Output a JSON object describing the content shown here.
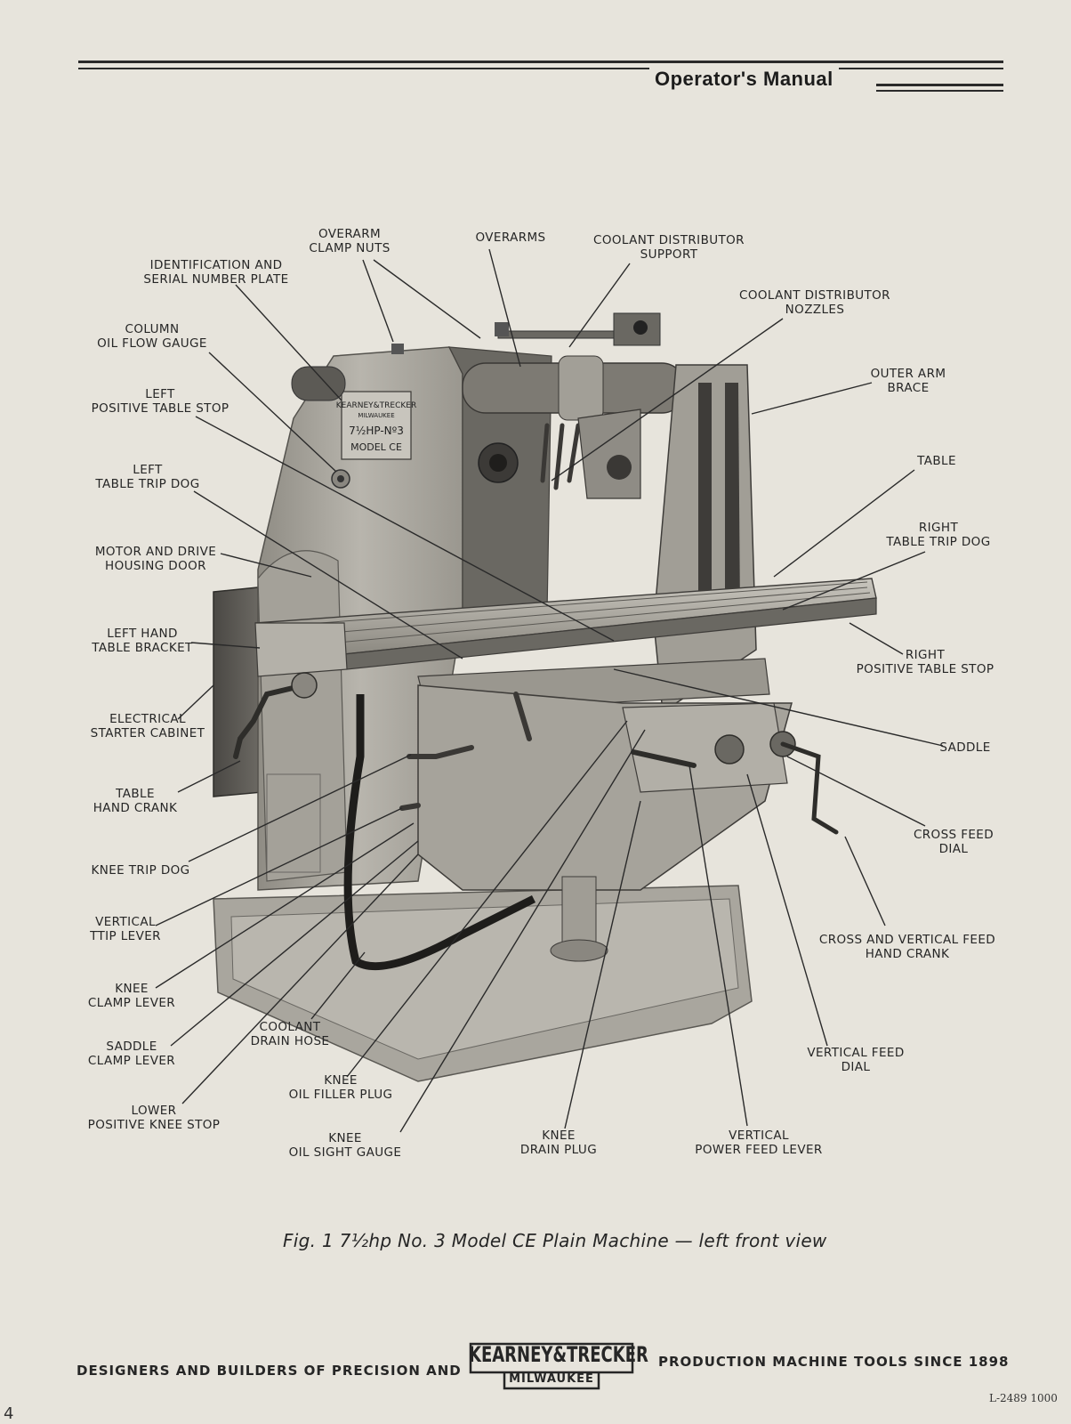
{
  "header": {
    "title": "Operator's Manual"
  },
  "plate": {
    "line1": "KEARNEY&TRECKER",
    "line2": "MILWAUKEE",
    "line3": "7½HP-Nº3",
    "line4": "MODEL CE"
  },
  "callouts": {
    "overarm_clamp_nuts": "OVERARM\nCLAMP NUTS",
    "overarms": "OVERARMS",
    "coolant_distributor_support": "COOLANT DISTRIBUTOR\nSUPPORT",
    "identification_plate": "IDENTIFICATION AND\nSERIAL NUMBER PLATE",
    "coolant_distributor_nozzles": "COOLANT DISTRIBUTOR\nNOZZLES",
    "column_oil_flow_gauge": "COLUMN\nOIL FLOW GAUGE",
    "outer_arm_brace": "OUTER ARM\nBRACE",
    "left_positive_table_stop": "LEFT\nPOSITIVE TABLE STOP",
    "table": "TABLE",
    "left_table_trip_dog": "LEFT\nTABLE TRIP DOG",
    "right_table_trip_dog": "RIGHT\nTABLE TRIP DOG",
    "motor_drive_housing_door": "MOTOR AND DRIVE\nHOUSING DOOR",
    "left_hand_table_bracket": "LEFT HAND\nTABLE BRACKET",
    "right_positive_table_stop": "RIGHT\nPOSITIVE TABLE STOP",
    "electrical_starter_cabinet": "ELECTRICAL\nSTARTER CABINET",
    "saddle": "SADDLE",
    "table_hand_crank": "TABLE\nHAND CRANK",
    "cross_feed_dial": "CROSS FEED\nDIAL",
    "knee_trip_dog": "KNEE TRIP DOG",
    "vertical_trip_lever": "VERTICAL\nTTIP LEVER",
    "cross_vertical_feed_hand_crank": "CROSS AND VERTICAL FEED\nHAND CRANK",
    "knee_clamp_lever": "KNEE\nCLAMP LEVER",
    "coolant_drain_hose": "COOLANT\nDRAIN HOSE",
    "saddle_clamp_lever": "SADDLE\nCLAMP LEVER",
    "vertical_feed_dial": "VERTICAL FEED\nDIAL",
    "knee_oil_filler_plug": "KNEE\nOIL FILLER PLUG",
    "lower_positive_knee_stop": "LOWER\nPOSITIVE KNEE STOP",
    "knee_oil_sight_gauge": "KNEE\nOIL SIGHT GAUGE",
    "knee_drain_plug": "KNEE\nDRAIN PLUG",
    "vertical_power_feed_lever": "VERTICAL\nPOWER FEED LEVER"
  },
  "caption": "Fig. 1      7½hp No. 3 Model CE Plain Machine — left front view",
  "footer": {
    "left_text": "DESIGNERS AND BUILDERS OF PRECISION AND",
    "right_text": "PRODUCTION MACHINE TOOLS SINCE 1898",
    "logo_top": "KEARNEY&TRECKER",
    "logo_bottom": "MILWAUKEE",
    "doc_code": "L-2489  1000",
    "page_number": "4"
  }
}
